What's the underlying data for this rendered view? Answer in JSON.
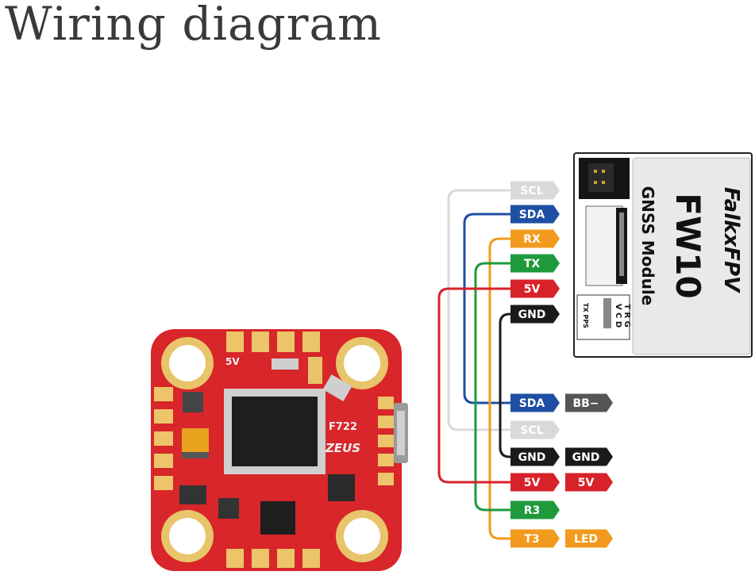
{
  "title": "Wiring diagram",
  "colors": {
    "scl": "#d9d9d9",
    "sda": "#1f4fa3",
    "rx": "#f29a1d",
    "tx": "#1e9a3c",
    "v5": "#d8222a",
    "gnd": "#1a1a1a",
    "board": "#d8262a",
    "module": "#eeeeee"
  },
  "gps_pins": [
    {
      "key": "scl",
      "label": "SCL"
    },
    {
      "key": "sda",
      "label": "SDA"
    },
    {
      "key": "rx",
      "label": "RX"
    },
    {
      "key": "tx",
      "label": "TX"
    },
    {
      "key": "v5",
      "label": "5V"
    },
    {
      "key": "gnd",
      "label": "GND"
    }
  ],
  "fc_pads": [
    {
      "key": "sda",
      "label": "SDA",
      "tag": "BB−"
    },
    {
      "key": "scl",
      "label": "SCL",
      "tag": ""
    },
    {
      "key": "gnd",
      "label": "GND",
      "tag": "GND"
    },
    {
      "key": "v5",
      "label": "5V",
      "tag": "5V"
    },
    {
      "key": "tx",
      "label": "R3",
      "tag": ""
    },
    {
      "key": "rx",
      "label": "T3",
      "tag": "LED"
    }
  ],
  "gnss_module": {
    "brand": "FalkxFPV",
    "model": "FW10",
    "subtitle": "GNSS Module",
    "pad_labels": [
      "T R G",
      "V C D",
      "TX PPS"
    ]
  },
  "flight_controller": {
    "board_text": [
      "5V",
      "F722",
      "ZEUS"
    ]
  }
}
